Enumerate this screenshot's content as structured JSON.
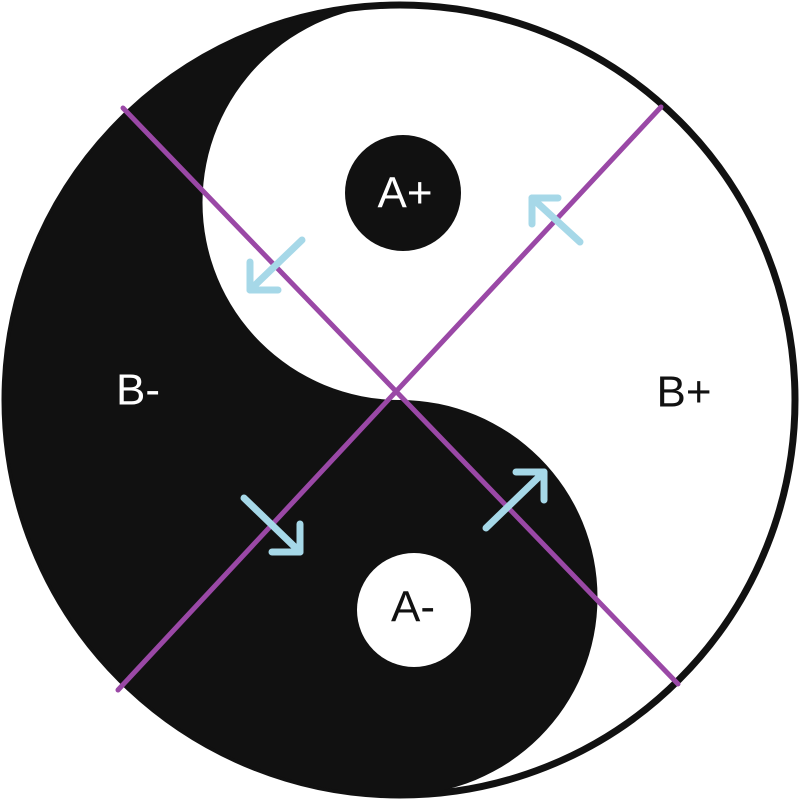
{
  "labels": {
    "a_plus": "A+",
    "a_minus": "A-",
    "b_plus": "B+",
    "b_minus": "B-"
  },
  "colors": {
    "dark": "#111111",
    "light": "#ffffff",
    "axis_line": "#9a48a6",
    "arrow": "#a6d8e8"
  }
}
